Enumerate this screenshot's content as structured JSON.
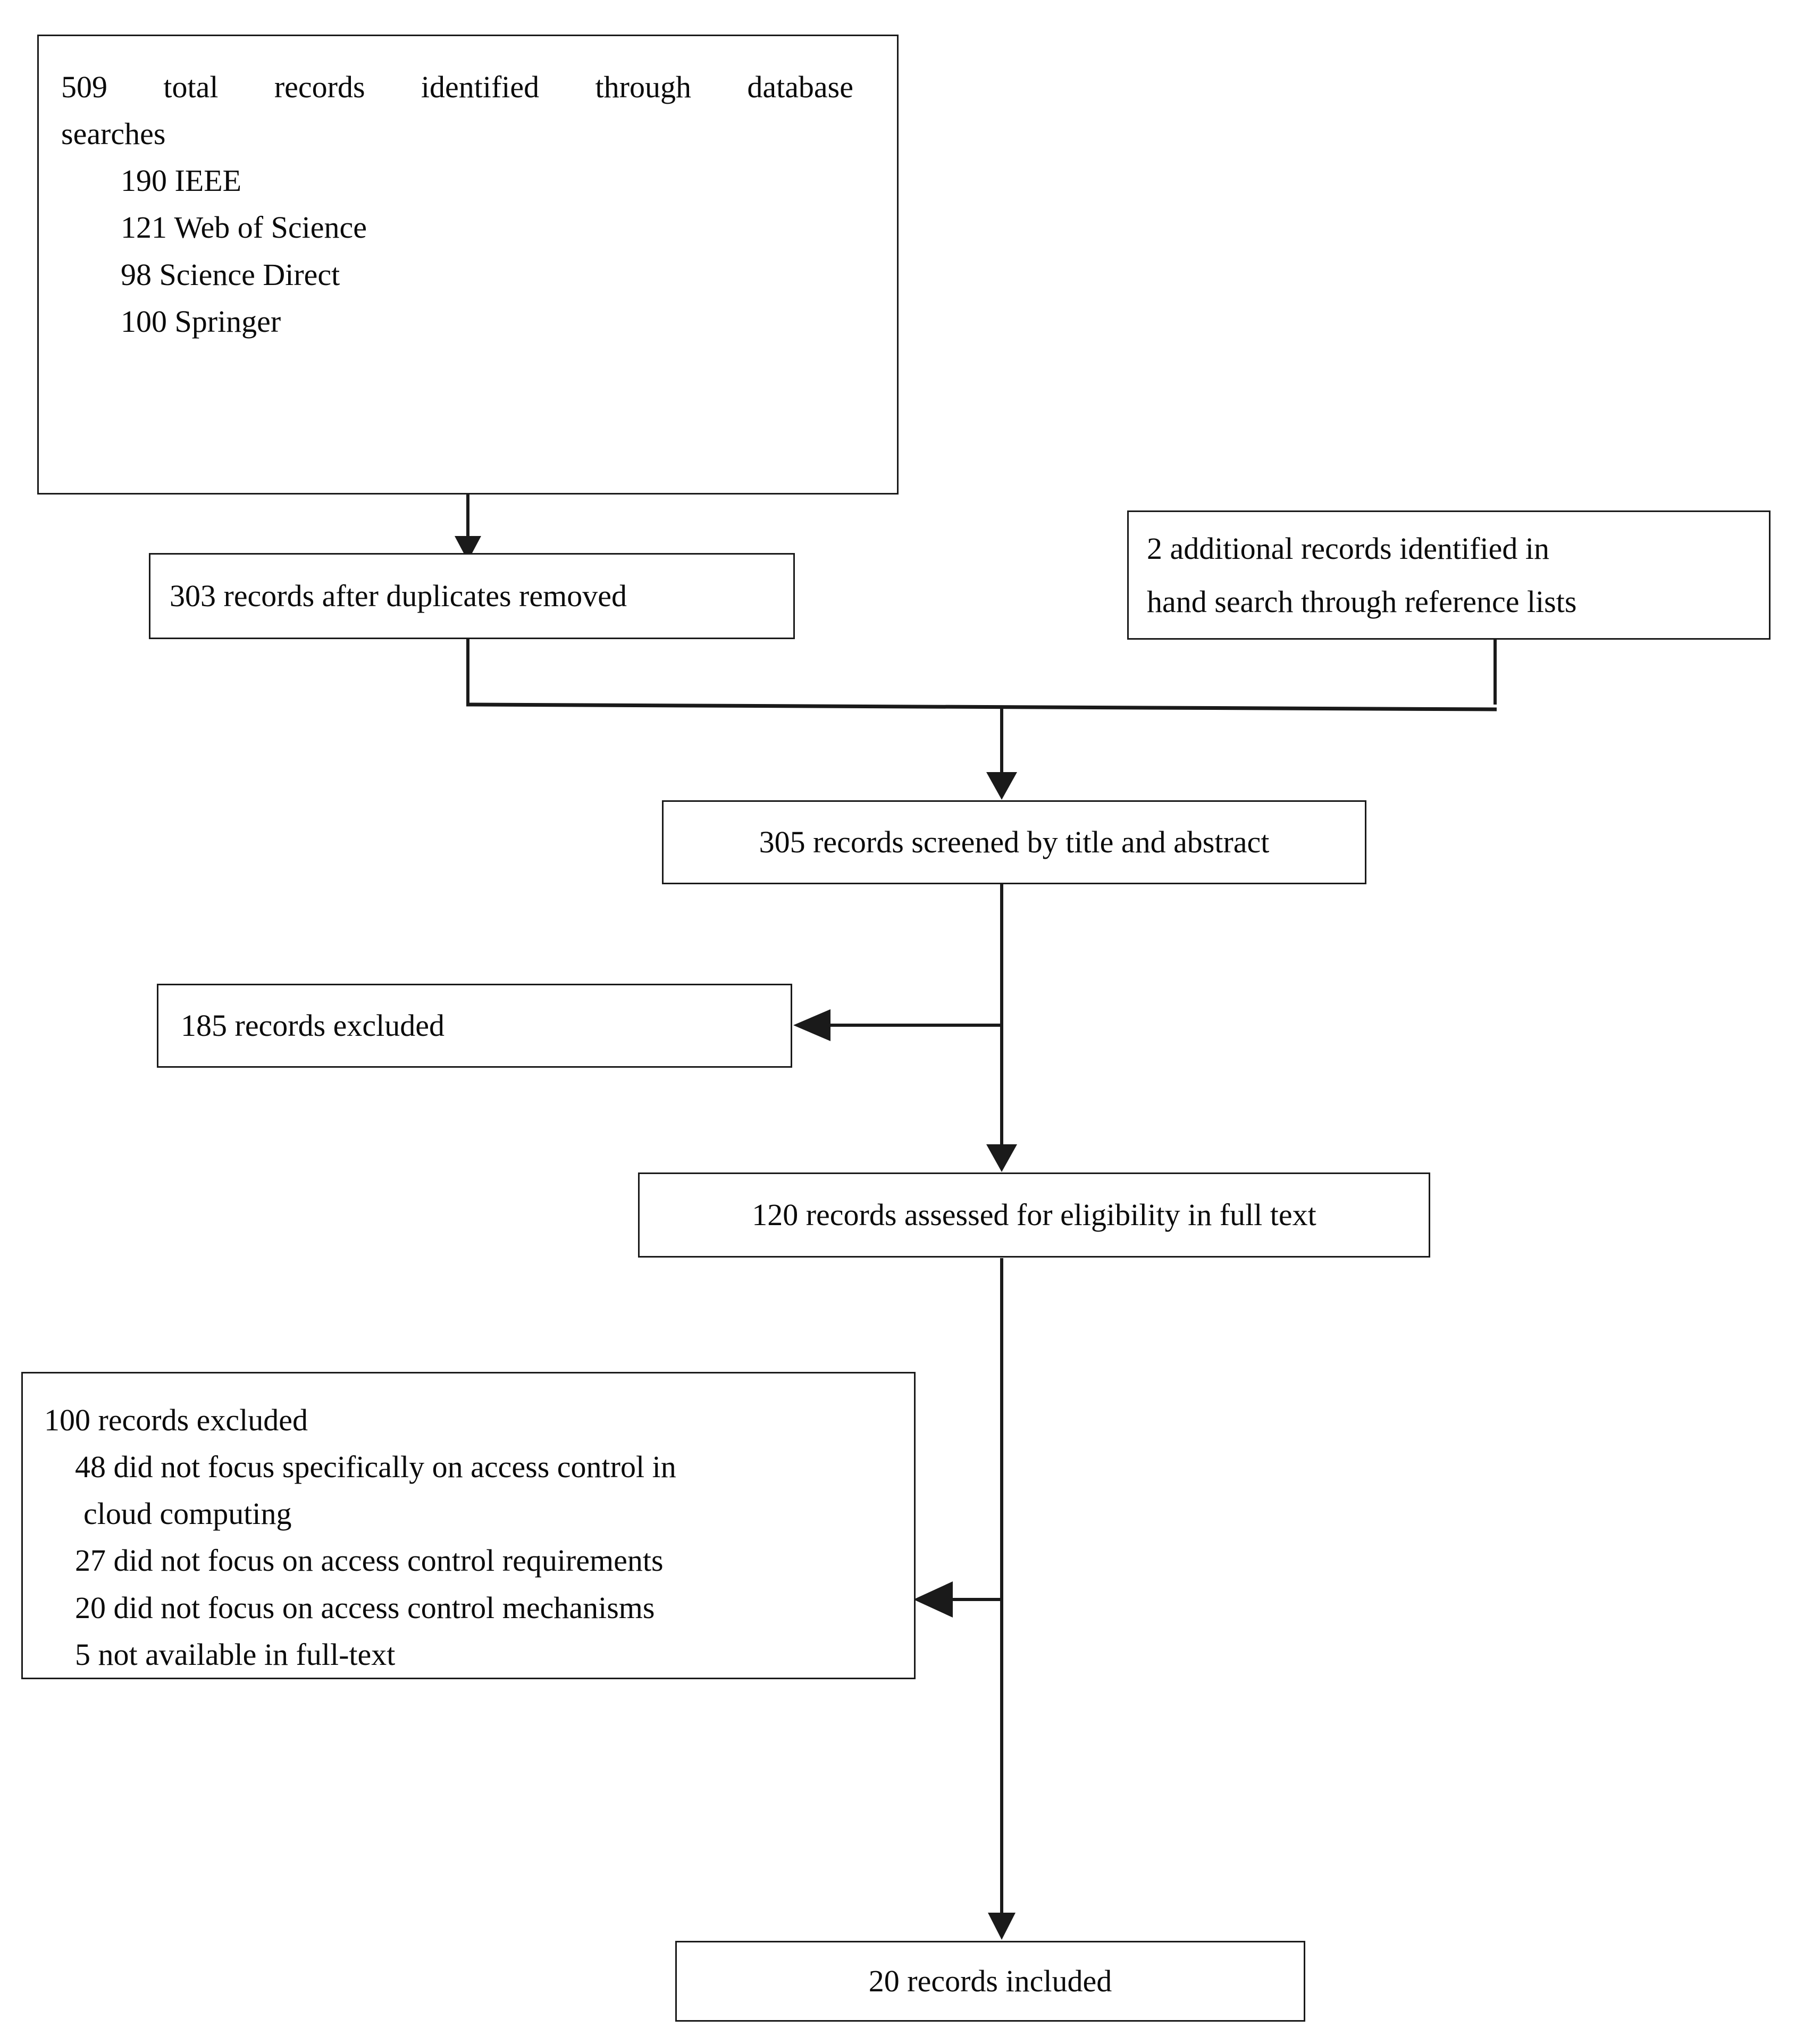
{
  "diagram": {
    "type": "prisma-flow-diagram",
    "title": "PRISMA study selection flow diagram",
    "colors": {
      "box_border": "#1a1a1a",
      "box_fill": "#ffffff",
      "connector": "#1a1a1a",
      "text": "#0b0b0b",
      "page_background": "#ffffff"
    },
    "boxes": {
      "identification": {
        "name": "total records identified",
        "heading": "509 total records identified through database searches",
        "heading_line_1": "509  total  records  identified  through  database",
        "heading_line_2": "searches",
        "total": 509,
        "sources": [
          {
            "count": 190,
            "label": "IEEE",
            "text": "190 IEEE"
          },
          {
            "count": 121,
            "label": "Web of Science",
            "text": "121 Web of Science"
          },
          {
            "count": 98,
            "label": "Science Direct",
            "text": "98 Science Direct"
          },
          {
            "count": 100,
            "label": "Springer",
            "text": "100 Springer"
          }
        ]
      },
      "duplicates_removed": {
        "name": "records after duplicates removed",
        "count": 303,
        "text": "303 records after duplicates removed"
      },
      "hand_search": {
        "name": "additional records from hand search",
        "count": 2,
        "line_1": "2 additional records identified in",
        "line_2": "hand search through reference lists",
        "text": "2 additional records identified in hand search through reference lists"
      },
      "screened": {
        "name": "records screened by title and abstract",
        "count": 305,
        "text": "305 records screened by title and abstract"
      },
      "excluded_screening": {
        "name": "records excluded at screening",
        "count": 185,
        "text": "185 records excluded"
      },
      "eligibility": {
        "name": "records assessed for eligibility in full text",
        "count": 120,
        "text": "120 records assessed for eligibility in full text"
      },
      "excluded_fulltext": {
        "name": "records excluded at full text",
        "count": 100,
        "heading": "100 records excluded",
        "reasons": [
          {
            "count": 48,
            "text": "48 did not focus specifically on access control in",
            "continuation": "cloud computing"
          },
          {
            "count": 27,
            "text": "27 did not focus on access control requirements",
            "continuation": ""
          },
          {
            "count": 20,
            "text": "20 did not focus on access control mechanisms",
            "continuation": ""
          },
          {
            "count": 5,
            "text": "5 not available in full-text",
            "continuation": ""
          }
        ]
      },
      "included": {
        "name": "records included",
        "count": 20,
        "text": "20 records included"
      }
    },
    "connectors": [
      {
        "from": "identification",
        "to": "duplicates_removed",
        "direction": "down",
        "arrowhead": true
      },
      {
        "from": "duplicates_removed",
        "to": "screened",
        "direction": "down-merge",
        "arrowhead": true
      },
      {
        "from": "hand_search",
        "to": "screened",
        "direction": "down-merge",
        "arrowhead": false
      },
      {
        "from": "screened",
        "to": "eligibility",
        "direction": "down",
        "arrowhead": true
      },
      {
        "from": "screened",
        "to": "excluded_screening",
        "direction": "left",
        "arrowhead": true
      },
      {
        "from": "eligibility",
        "to": "included",
        "direction": "down",
        "arrowhead": true
      },
      {
        "from": "eligibility",
        "to": "excluded_fulltext",
        "direction": "left",
        "arrowhead": true
      }
    ]
  }
}
